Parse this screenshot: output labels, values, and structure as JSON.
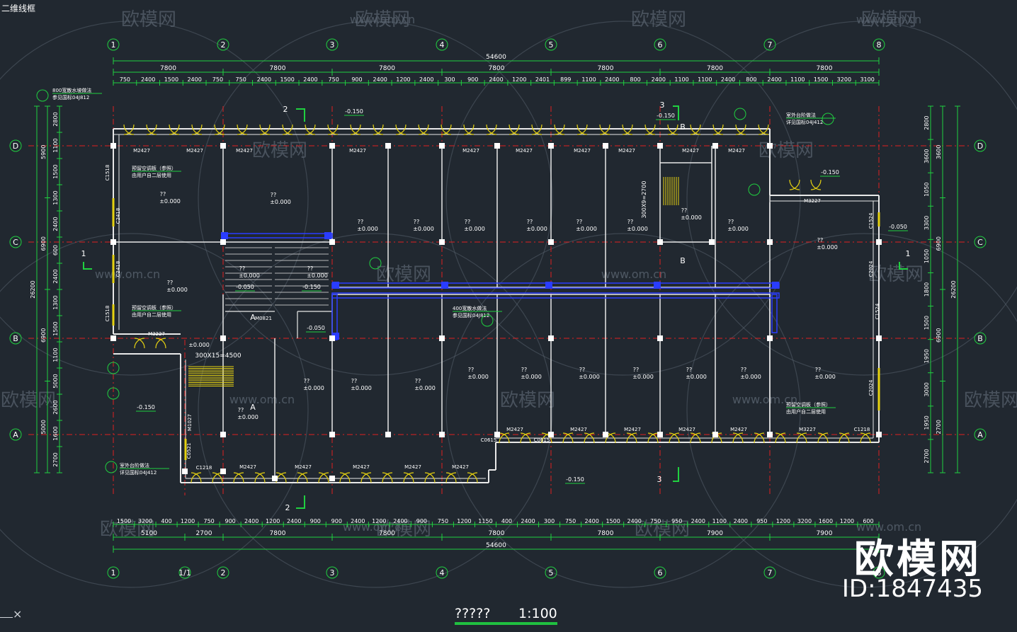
{
  "viewport_label": "二维线框",
  "watermark": {
    "logo_text": "欧模网",
    "url_text": "www.om.cn",
    "big_logo": "欧模网",
    "id_text": "ID:1847435"
  },
  "drawing": {
    "title": "?????",
    "scale": "1:100",
    "overall_dim": "54600",
    "vertical_overall_dim": "26200",
    "bay_dim": "7800",
    "last_bay_dim": "7900",
    "grid_x": [
      "1",
      "2",
      "3",
      "4",
      "5",
      "6",
      "7",
      "8"
    ],
    "grid_y": [
      "D",
      "C",
      "B",
      "A"
    ],
    "extra_grid": "1/1",
    "top_sub_dims": [
      "750",
      "2400",
      "1500",
      "2400",
      "750",
      "750",
      "2400",
      "1500",
      "2400",
      "750",
      "900",
      "2400",
      "1200",
      "2400",
      "300",
      "900",
      "2400",
      "1200",
      "2401",
      "899",
      "1100",
      "2400",
      "800",
      "2400",
      "1100",
      "1100",
      "2400",
      "800",
      "2400",
      "1100",
      "1500",
      "3200",
      "3100"
    ],
    "bottom_sub_dims": [
      "1500",
      "3200",
      "400",
      "1200",
      "750",
      "900",
      "2400",
      "1200",
      "2400",
      "900",
      "900",
      "2400",
      "1200",
      "2400",
      "900",
      "750",
      "1200",
      "1150",
      "400",
      "2400",
      "300",
      "750",
      "2400",
      "1500",
      "2400",
      "750",
      "950",
      "2400",
      "1100",
      "2400",
      "950",
      "1200",
      "3200",
      "1600",
      "1200",
      "600"
    ],
    "bottom_mid_dims": [
      "5100",
      "2700",
      "7800",
      "7800",
      "7800",
      "7800",
      "7900"
    ],
    "left_dims": [
      "2800",
      "1100",
      "1500",
      "1300",
      "2400",
      "600",
      "2400",
      "1300",
      "1500",
      "1100",
      "5000",
      "2600",
      "1600",
      "2700"
    ],
    "left_group_dims": [
      "5900",
      "6900",
      "6900"
    ],
    "right_dims": [
      "2800",
      "3600",
      "1050",
      "3300",
      "1050",
      "1800",
      "1500",
      "1950",
      "3000",
      "1950",
      "2700"
    ],
    "right_group_dims": [
      "3600",
      "6900",
      "6900"
    ],
    "door_labels": [
      "M2427",
      "M3227",
      "M0821",
      "M1027",
      "C0615",
      "C1218",
      "C1518",
      "C2418",
      "C2024",
      "C1524",
      "C0521"
    ],
    "elevations": [
      "±0.000",
      "-0.150",
      "-0.050",
      "-0.050",
      "±0.000"
    ],
    "room_tag": "??",
    "stair_note": "300X15=4500",
    "stair_note2": "300X9=2700",
    "section_marks": [
      "1",
      "2",
      "3",
      "A",
      "B"
    ],
    "annotation_lines": [
      "800宽散水坡做法",
      "参见国标04J812",
      "预留空调板（参照）",
      "由用户自二层使用",
      "室外台阶做法",
      "详见国标04J412",
      "400宽散水做法",
      "参见国标04J812"
    ]
  },
  "colors": {
    "background": "#212830",
    "wall": "#e8e8e8",
    "axis": "#e02020",
    "dimension": "#20d040",
    "bubble": "#20d040",
    "door": "#e6d210",
    "column": "#ffffff",
    "beam": "#2a3cff",
    "text": "#ffffff",
    "watermark": "#5a6470"
  }
}
